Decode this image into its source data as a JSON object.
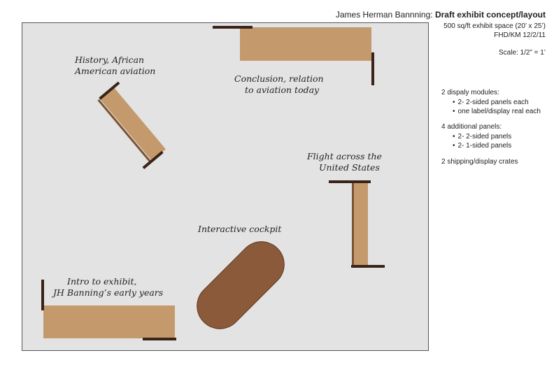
{
  "header": {
    "name": "James Herman Bannning:",
    "title": "Draft exhibit concept/layout",
    "space": "500 sq/ft exhibit space (20’ x 25’)",
    "credit": "FHD/KM 12/2/11",
    "scale": "Scale: 1/2” = 1’"
  },
  "notes": {
    "modules_heading": "2 dispaly modules:",
    "modules_items": [
      "2- 2-sided  panels each",
      "one label/display real each"
    ],
    "panels_heading": "4 additional panels:",
    "panels_items": [
      "2- 2-sided  panels",
      "2- 1-sided  panels"
    ],
    "crates": "2 shipping/display crates"
  },
  "labels": {
    "history_line1": "History, African",
    "history_line2": "American aviation",
    "conclusion_line1": "Conclusion, relation",
    "conclusion_line2": "to aviation today",
    "flight_line1": "Flight across the",
    "flight_line2": "United States",
    "cockpit": "Interactive cockpit",
    "intro_line1": "Intro to exhibit,",
    "intro_line2": "JH Banning’s early years"
  },
  "colors": {
    "floor": "#e3e3e4",
    "panel": "#c49a6c",
    "bar": "#3a2318",
    "cockpit": "#8b5a3a"
  }
}
